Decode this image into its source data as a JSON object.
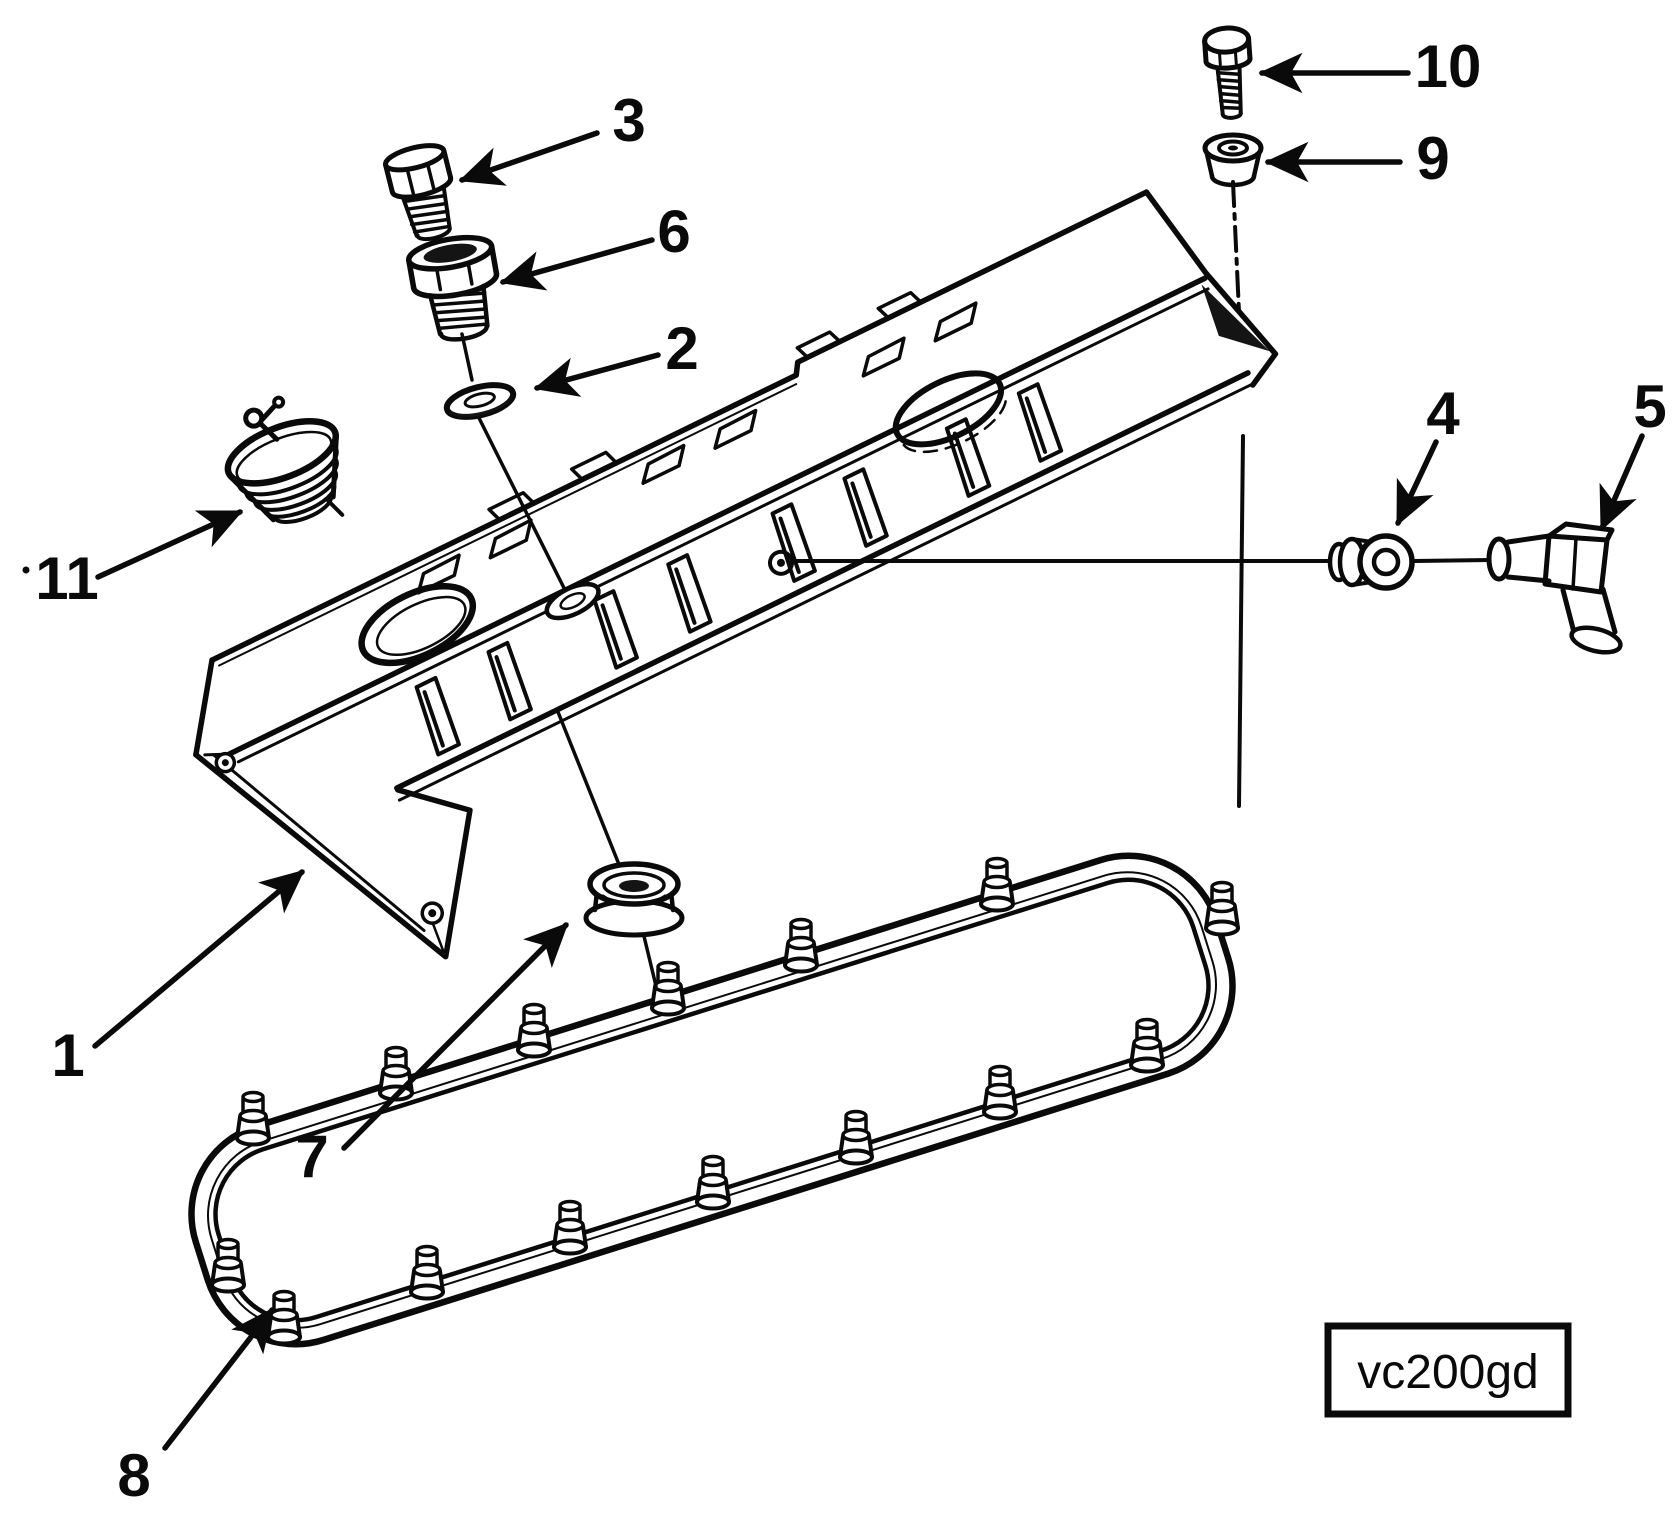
{
  "diagram": {
    "code": "vc200gd",
    "ink_color": "#0a0a0a",
    "background_color": "#ffffff",
    "callouts": [
      {
        "label": "1"
      },
      {
        "label": "2"
      },
      {
        "label": "3"
      },
      {
        "label": "4"
      },
      {
        "label": "5"
      },
      {
        "label": "6"
      },
      {
        "label": "7"
      },
      {
        "label": "8"
      },
      {
        "label": "9"
      },
      {
        "label": "10"
      },
      {
        "label": "11"
      }
    ]
  }
}
